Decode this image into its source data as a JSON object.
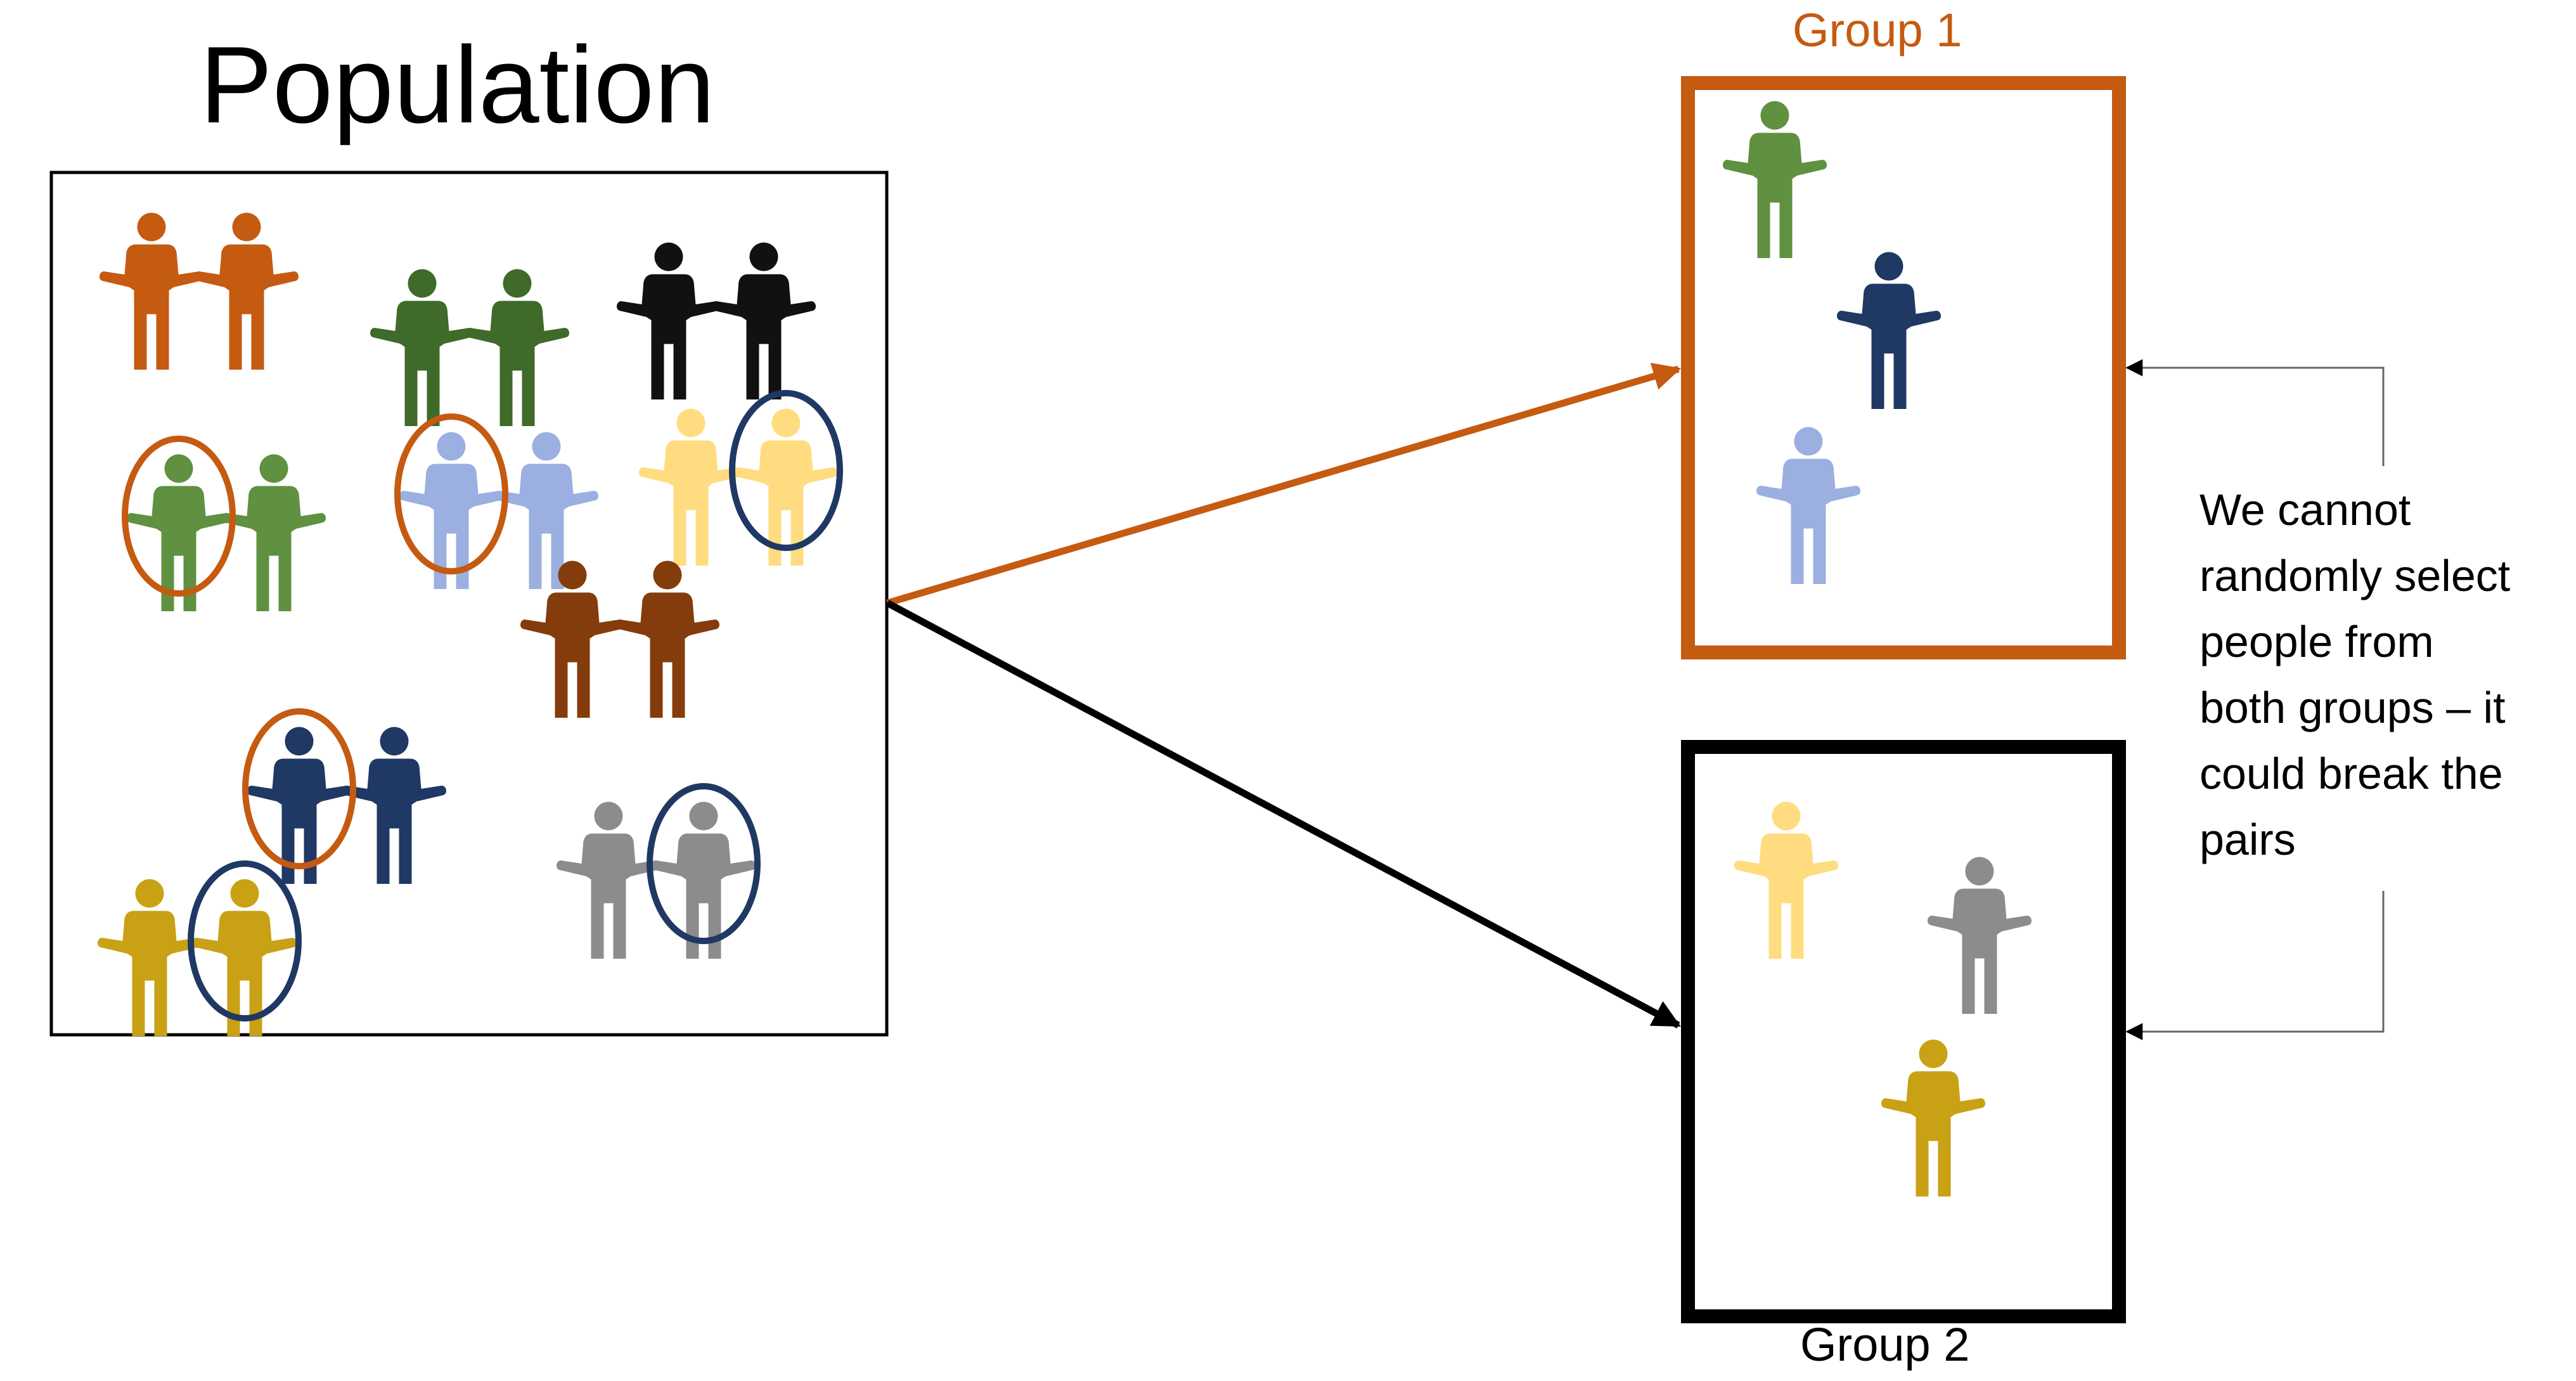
{
  "labels": {
    "population_title": "Population",
    "group1_title": "Group 1",
    "group2_title": "Group 2"
  },
  "note_lines": [
    "We cannot",
    "randomly select",
    "people from",
    "both groups – it",
    "could break the",
    "pairs"
  ],
  "colors": {
    "orange": "#C55A11",
    "dark_green": "#3F6A2A",
    "black": "#111111",
    "green": "#5F9140",
    "light_blue": "#9BB0E0",
    "light_yellow": "#FFDC7F",
    "brown": "#843C0C",
    "navy": "#1F3864",
    "gold": "#C9A115",
    "gray": "#8C8C8C"
  },
  "population_pairs": [
    {
      "color": "orange",
      "circled": null
    },
    {
      "color": "dark_green",
      "circled": null
    },
    {
      "color": "black",
      "circled": null
    },
    {
      "color": "green",
      "circled": "left"
    },
    {
      "color": "light_blue",
      "circled": "left"
    },
    {
      "color": "light_yellow",
      "circled": "right"
    },
    {
      "color": "brown",
      "circled": null
    },
    {
      "color": "navy",
      "circled": "left"
    },
    {
      "color": "gray",
      "circled": "right"
    },
    {
      "color": "gold",
      "circled": "right"
    }
  ],
  "group1_members": [
    "green",
    "navy",
    "light_blue"
  ],
  "group2_members": [
    "light_yellow",
    "gray",
    "gold"
  ],
  "circle_colors": {
    "group1": "orange",
    "group2": "navy"
  }
}
